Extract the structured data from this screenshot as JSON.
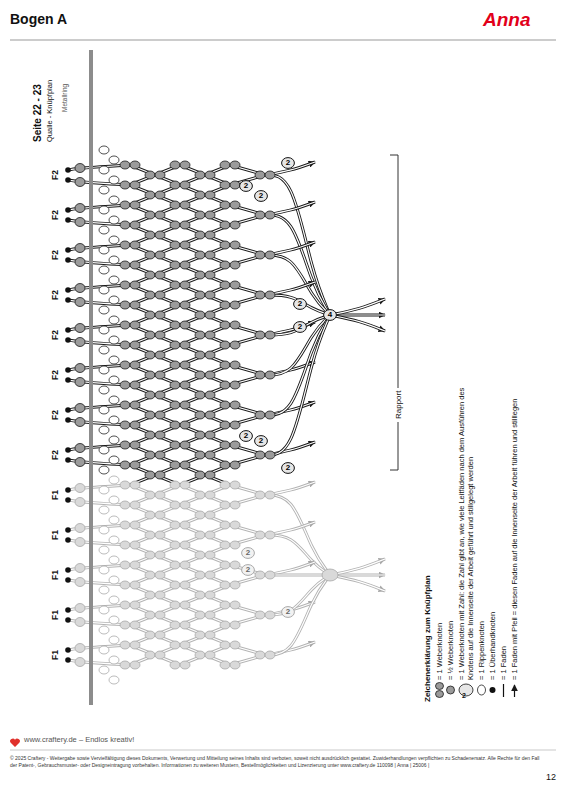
{
  "diagram": {
    "title": "Bogen A",
    "nodes": [
      {
        "text": [
          "2"
        ]
      },
      {
        "text": [
          "2"
        ]
      },
      {
        "text": [
          "2"
        ]
      },
      {
        "text": [
          "2"
        ]
      },
      {
        "text": [
          "4"
        ]
      },
      {
        "text": [
          "2"
        ]
      },
      {
        "text": [
          "2"
        ]
      },
      {
        "text": [
          "2"
        ]
      },
      {
        "text": [
          "2"
        ]
      },
      {
        "text": [
          "2"
        ]
      },
      {
        "text": [
          "2"
        ]
      },
      {
        "text": [
          "2"
        ]
      }
    ],
    "labels": [
      "Anna",
      "Seite 22 - 23",
      "Qualle - Knüpfplan",
      "Metallring",
      "F2",
      "F2",
      "F2",
      "F2",
      "F2",
      "F2",
      "F2",
      "F2",
      "F1",
      "F1",
      "F1",
      "F1",
      "F1",
      "Rapport",
      "Zeichenerklärung zum Knüpfplan",
      "2",
      "www.craftery.de – Endlos kreativ!",
      "© 2025 Craftery - Weitergabe sowie Vervielfältigung dieses Dokuments, Verwertung und Mitteilung seines Inhalts sind verboten, soweit nicht ausdrücklich gestattet. Zuwiderhandlungen verpflichten zu Schadenersatz. Alle Rechte für den Fall der Patent-, Gebrauchsmuster- oder Designeintragung vorbehalten. Informationen zu weiteren Mustern, Bestellmöglichkeiten und Lizenzierung unter www.craftery.de 110098 | Anna | 25006 |",
      "12"
    ],
    "legend": [
      {
        "text": "= 1 Weberknoten"
      },
      {
        "text": "= ½ Weberknoten"
      },
      {
        "text": "= 1 Weberknoten mit Zahl: die Zahl gibt an, wie viele Leitfäden nach dem Ausführen des Knotens auf die Innenseite der Arbeit geführt und stillgelegt werden"
      },
      {
        "text": "= 1 Rippenknoten"
      },
      {
        "text": "= 1 Überhandknoten"
      },
      {
        "text": "= 1 Faden"
      },
      {
        "text": "= 1 Faden mit Pfeil = diesen Faden auf die Innenseite der Arbeit führen und stilllegen"
      }
    ]
  }
}
